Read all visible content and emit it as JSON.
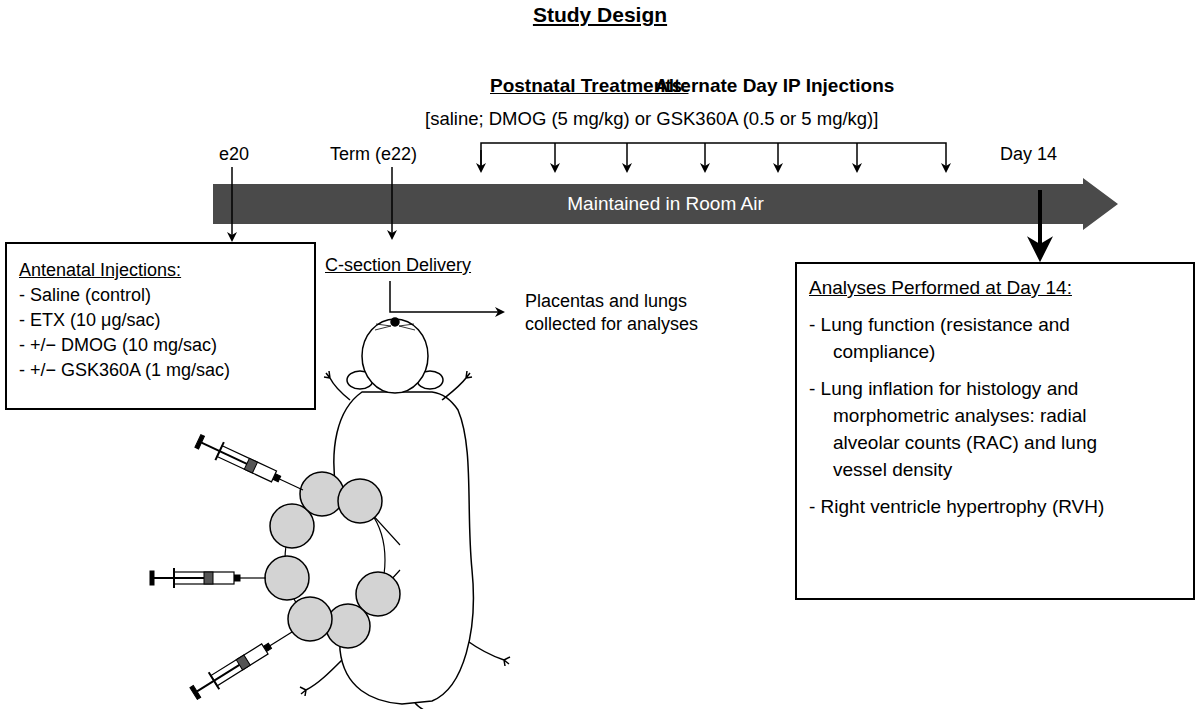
{
  "diagram": {
    "title": "Study Design",
    "nodes": [
      {
        "text": [
          "Maintained in Room Air"
        ]
      },
      {
        "text": [
          "Antenatal Injections:",
          "- Saline (control)",
          "- ETX (10 μg/sac)",
          "- +/− DMOG (10 mg/sac)",
          "- +/− GSK360A (1 mg/sac)"
        ]
      },
      {
        "text": [
          "Analyses Performed at Day 14:",
          "- Lung function (resistance and compliance)",
          "- Lung inflation for histology and morphometric analyses: radial alveolar counts (RAC) and lung vessel density",
          "- Right ventricle hypertrophy (RVH)"
        ]
      }
    ],
    "edges": [
      {
        "from": 0,
        "to": 1,
        "arrow": "to"
      },
      {
        "from": 0,
        "to": 2,
        "arrow": "to"
      }
    ],
    "labels": [
      "Postnatal Treatments:",
      "Alternate Day IP Injections",
      "[saline; DMOG (5 mg/kg) or GSK360A (0.5 or 5 mg/kg)]",
      "e20",
      "Term (e22)",
      "Day 14",
      "C-section Delivery",
      "Placentas and lungs collected for analyses"
    ]
  }
}
